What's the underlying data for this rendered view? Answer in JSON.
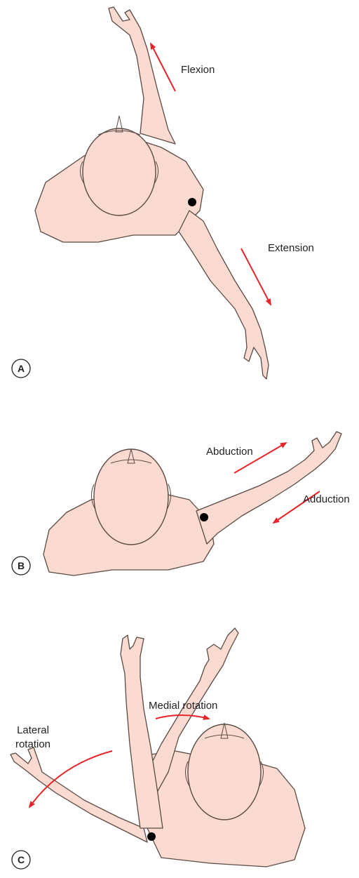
{
  "panels": [
    {
      "letter": "A",
      "labels": {
        "flexion": "Flexion",
        "extension": "Extension"
      }
    },
    {
      "letter": "B",
      "labels": {
        "abduction": "Abduction",
        "adduction": "Adduction"
      }
    },
    {
      "letter": "C",
      "labels": {
        "medial": "Medial rotation",
        "lateral_line1": "Lateral",
        "lateral_line2": "rotation"
      }
    }
  ],
  "colors": {
    "skin": "#fbdbd1",
    "outline": "#5a4a44",
    "arrow": "#e8232a",
    "joint_dot": "#000000"
  }
}
